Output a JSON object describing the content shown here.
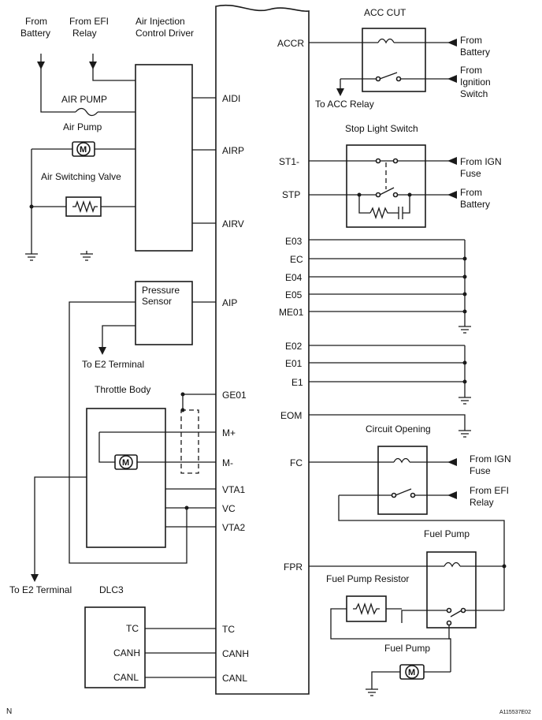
{
  "labels": {
    "from_battery_1": [
      "From",
      "Battery"
    ],
    "from_efi_relay_1": [
      "From EFI",
      "Relay"
    ],
    "air_injection_driver": [
      "Air Injection",
      "Control Driver"
    ],
    "air_pump_fuse": "AIR PUMP",
    "air_pump": "Air Pump",
    "air_switching_valve": "Air Switching Valve",
    "pressure_sensor": [
      "Pressure",
      "Sensor"
    ],
    "to_e2_terminal_1": "To E2 Terminal",
    "throttle_body": "Throttle Body",
    "to_e2_terminal_2": "To E2 Terminal",
    "dlc3": "DLC3",
    "dlc3_pins": [
      "TC",
      "CANH",
      "CANL"
    ],
    "acc_cut": "ACC CUT",
    "from_battery_2": [
      "From",
      "Battery"
    ],
    "from_ignition_switch": [
      "From",
      "Ignition",
      "Switch"
    ],
    "to_acc_relay": "To ACC Relay",
    "stop_light_switch": "Stop Light Switch",
    "from_ign_fuse_1": [
      "From IGN",
      "Fuse"
    ],
    "from_battery_3": [
      "From",
      "Battery"
    ],
    "circuit_opening": "Circuit Opening",
    "from_ign_fuse_2": [
      "From IGN",
      "Fuse"
    ],
    "from_efi_relay_2": [
      "From EFI",
      "Relay"
    ],
    "fuel_pump_relay": "Fuel Pump",
    "fuel_pump_resistor": "Fuel Pump Resistor",
    "fuel_pump_motor": "Fuel Pump",
    "corner_left": "N",
    "corner_right": "A115537E02",
    "motor_symbol": "M"
  },
  "ecu_left_pins": [
    "AIDI",
    "AIRP",
    "AIRV",
    "AIP",
    "GE01",
    "M+",
    "M-",
    "VTA1",
    "VC",
    "VTA2",
    "TC",
    "CANH",
    "CANL"
  ],
  "ecu_right_pins": [
    "ACCR",
    "ST1-",
    "STP",
    "E03",
    "EC",
    "E04",
    "E05",
    "ME01",
    "E02",
    "E01",
    "E1",
    "EOM",
    "FC",
    "FPR"
  ]
}
